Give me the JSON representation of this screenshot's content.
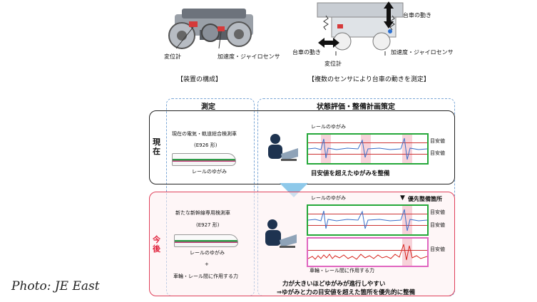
{
  "top": {
    "left_caption": "【装置の構成】",
    "right_caption": "【複数のセンサにより台車の動きを測定】",
    "label_displacement_left": "変位計",
    "label_sensor_left": "加速度・ジャイロセンサ",
    "label_bogie_motion_top": "台車の動き",
    "label_bogie_motion_left": "台車の動き",
    "label_displacement_right": "変位計",
    "label_sensor_right": "加速度・ジャイロセンサ"
  },
  "columns": {
    "measure": "測定",
    "evaluate": "状態評価・整備計画策定"
  },
  "current": {
    "row_label": "現在",
    "train_name": "現在の電気・軌道総合検測車",
    "train_model": "(E926 形)",
    "measure_item": "レールのゆがみ",
    "chart_title": "レールのゆがみ",
    "threshold_upper": "目安値",
    "threshold_lower": "目安値",
    "result": "目安値を超えたゆがみを整備"
  },
  "future": {
    "row_label": "今後",
    "train_name": "新たな新幹線専用検測車",
    "train_model": "(E927 形)",
    "measure_item": "レールのゆがみ",
    "plus": "+",
    "measure_item2": "車輪・レール間に作用する力",
    "chart_title": "レールのゆがみ",
    "priority_marker": "▼",
    "priority_label": "優先整備箇所",
    "threshold_upper": "目安値",
    "threshold_lower": "目安値",
    "threshold_force": "目安値",
    "force_chart_title": "車輪・レール間に作用する力",
    "result_line1": "力が大きいほどゆがみが進行しやすい",
    "result_line2": "⇒ゆがみと力の目安値を超えた箇所を優先的に整備"
  },
  "credit": "Photo: JE East",
  "colors": {
    "current_border": "#222222",
    "future_border": "#e0405a",
    "future_fill": "#fdeef1",
    "green_frame": "#25a83a",
    "pink_frame": "#e066c0",
    "arrow": "#8ec9ea",
    "future_label": "#e0203a"
  }
}
